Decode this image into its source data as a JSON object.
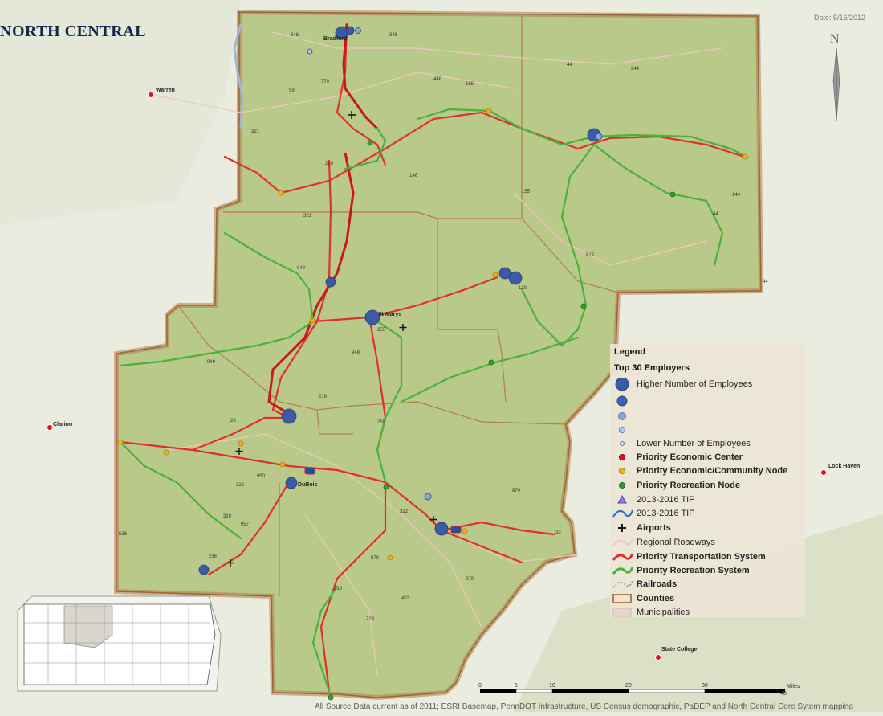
{
  "header": {
    "title": "NORTH CENTRAL",
    "date": "Date: 5/16/2012"
  },
  "north_arrow": {
    "letter": "N"
  },
  "colors": {
    "region_fill": "#b9c98a",
    "outside_fill": "#e9ecde",
    "county_border": "#b57c4a",
    "transport": "#e0302b",
    "recreation": "#4ab23a",
    "employer": "#3b5ba5",
    "economic_center": "#e8101c",
    "community_node": "#f3b01e",
    "recreation_node": "#2fa52b"
  },
  "cities": [
    {
      "name": "Bradford"
    },
    {
      "name": "Warren"
    },
    {
      "name": "St Marys"
    },
    {
      "name": "DuBois"
    },
    {
      "name": "Clarion"
    },
    {
      "name": "Lock Haven"
    },
    {
      "name": "State College"
    }
  ],
  "legend": {
    "title": "Legend",
    "employers_title": "Top 30 Employers",
    "items": [
      {
        "label": "Higher Number of Employees",
        "bold": false
      },
      {
        "label": "",
        "bold": false
      },
      {
        "label": "",
        "bold": false
      },
      {
        "label": "",
        "bold": false
      },
      {
        "label": "Lower Number of Employees",
        "bold": false
      },
      {
        "label": "Priority Economic Center",
        "bold": true
      },
      {
        "label": "Priority Economic/Community Node",
        "bold": true
      },
      {
        "label": "Priority Recreation Node",
        "bold": true
      },
      {
        "label": "2013-2016 TIP",
        "bold": false
      },
      {
        "label": "2013-2016 TIP",
        "bold": false
      },
      {
        "label": "Airports",
        "bold": true
      },
      {
        "label": "Regional Roadways",
        "bold": false
      },
      {
        "label": "Priority Transportation System",
        "bold": true
      },
      {
        "label": "Priority Recreation System",
        "bold": true
      },
      {
        "label": "Railroads",
        "bold": true
      },
      {
        "label": "Counties",
        "bold": true
      },
      {
        "label": "Municipalities",
        "bold": false
      }
    ]
  },
  "scale": {
    "ticks": [
      "0",
      "5",
      "10",
      "20",
      "30",
      "40"
    ],
    "unit": "Miles"
  },
  "attribution": "All Source Data current as of 2011; ESRI Basemap, PennDOT Infrastructure, US Census demographic, PaDEP and North Central Core Sytem mapping"
}
